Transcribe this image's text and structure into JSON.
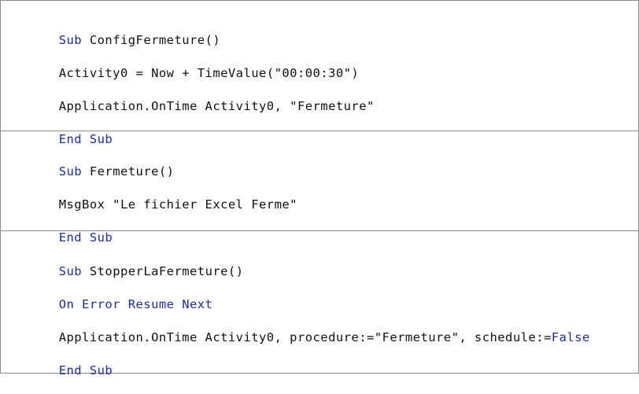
{
  "colors": {
    "keyword": "#1f2d8f",
    "text": "#111111",
    "divider": "#8a8a8a",
    "background": "#ffffff"
  },
  "blocks": [
    {
      "lines": [
        [
          {
            "t": "Sub",
            "k": true
          },
          {
            "t": " ConfigFermeture()",
            "k": false
          }
        ],
        [
          {
            "t": "Activity0 = Now + TimeValue(\"00:00:30\")",
            "k": false
          }
        ],
        [
          {
            "t": "Application.OnTime Activity0, \"Fermeture\"",
            "k": false
          }
        ],
        [
          {
            "t": "End Sub",
            "k": true
          }
        ]
      ]
    },
    {
      "lines": [
        [
          {
            "t": "Sub",
            "k": true
          },
          {
            "t": " Fermeture()",
            "k": false
          }
        ],
        [
          {
            "t": "MsgBox \"Le fichier Excel Ferme\"",
            "k": false
          }
        ],
        [
          {
            "t": "End Sub",
            "k": true
          }
        ]
      ]
    },
    {
      "lines": [
        [
          {
            "t": "Sub",
            "k": true
          },
          {
            "t": " StopperLaFermeture()",
            "k": false
          }
        ],
        [
          {
            "t": "On Error Resume Next",
            "k": true
          }
        ],
        [
          {
            "t": "Application.OnTime Activity0, procedure:=\"Fermeture\", schedule:=",
            "k": false
          },
          {
            "t": "False",
            "k": true
          }
        ],
        [
          {
            "t": "End Sub",
            "k": true
          }
        ]
      ]
    }
  ]
}
